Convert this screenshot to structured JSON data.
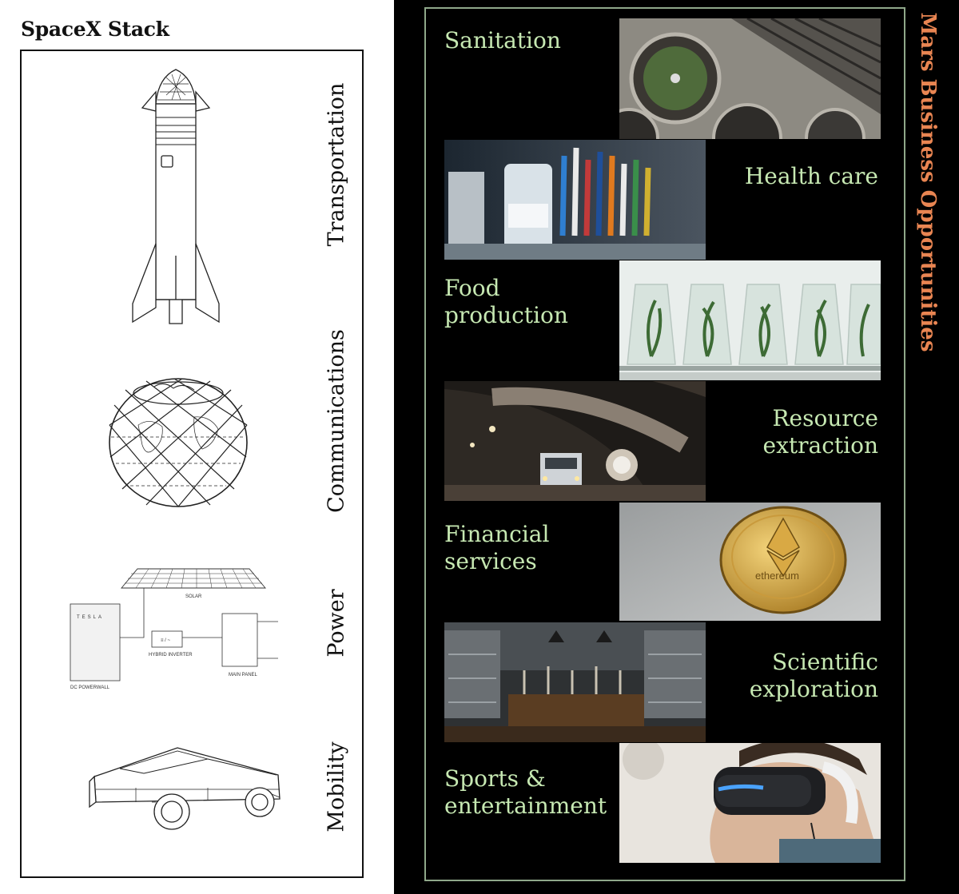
{
  "left_panel": {
    "title": "SpaceX Stack",
    "layers": [
      {
        "label": "Transportation",
        "illustration": "starship-rocket-icon"
      },
      {
        "label": "Communications",
        "illustration": "starlink-globe-icon"
      },
      {
        "label": "Power",
        "illustration": "solar-powerwall-diagram"
      },
      {
        "label": "Mobility",
        "illustration": "cybertruck-icon"
      }
    ],
    "power_diagram": {
      "solar": "SOLAR",
      "brand": "TESLA",
      "inverter": "HYBRID INVERTER",
      "powerwall": "DC POWERWALL",
      "panel": "MAIN PANEL"
    }
  },
  "right_panel": {
    "title": "Mars Business Opportunities",
    "colors": {
      "label": "#c6e8b2",
      "title": "#e98552",
      "frame": "#8fa88a",
      "background": "#000000"
    },
    "opportunities": [
      {
        "line1": "Sanitation",
        "line2": "",
        "photo": "water-treatment-aerial-photo"
      },
      {
        "line1": "Health care",
        "line2": "",
        "photo": "medical-lab-pipettes-photo"
      },
      {
        "line1": "Food",
        "line2": "production",
        "photo": "plant-tissue-culture-flasks-photo"
      },
      {
        "line1": "Resource",
        "line2": "extraction",
        "photo": "mining-tunnel-truck-photo"
      },
      {
        "line1": "Financial",
        "line2": "services",
        "photo": "ethereum-coin-photo"
      },
      {
        "line1": "Scientific",
        "line2": "exploration",
        "photo": "laboratory-workbench-photo"
      },
      {
        "line1": "Sports &",
        "line2": "entertainment",
        "photo": "child-vr-headset-photo"
      }
    ],
    "coin_text": "ethereum"
  }
}
